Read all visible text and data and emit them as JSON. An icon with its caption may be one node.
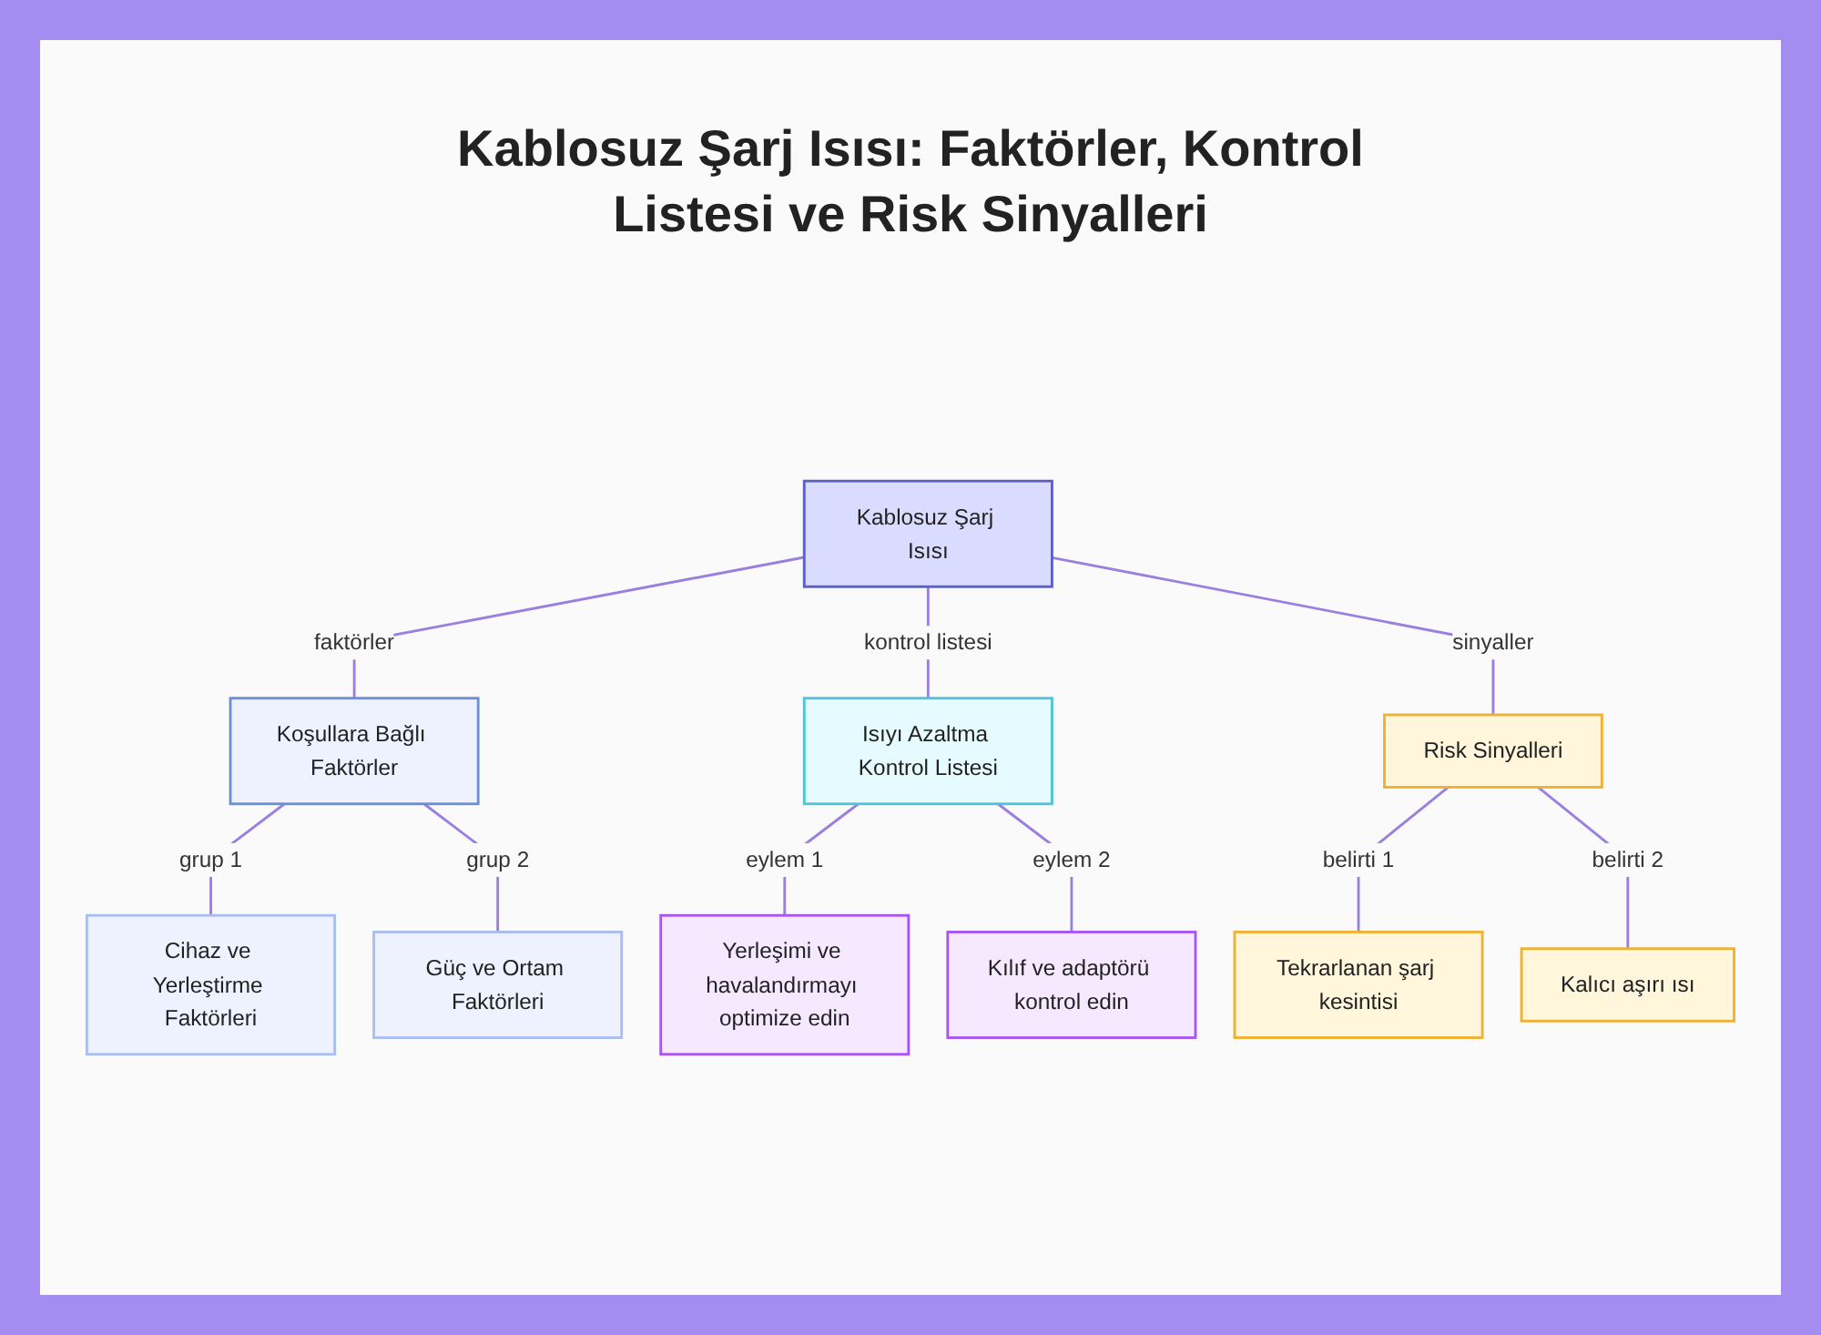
{
  "diagram": {
    "title": "Kablosuz Şarj Isısı: Faktörler, Kontrol Listesi ve Risk Sinyalleri",
    "nodes": [
      {
        "text": [
          "Kablosuz Şarj Isısı"
        ]
      },
      {
        "text": [
          "Koşullara Bağlı Faktörler"
        ]
      },
      {
        "text": [
          "Isıyı Azaltma Kontrol Listesi"
        ]
      },
      {
        "text": [
          "Risk Sinyalleri"
        ]
      },
      {
        "text": [
          "Cihaz ve Yerleştirme Faktörleri"
        ]
      },
      {
        "text": [
          "Güç ve Ortam Faktörleri"
        ]
      },
      {
        "text": [
          "Yerleşimi ve havalandırmayı optimize edin"
        ]
      },
      {
        "text": [
          "Kılıf ve adaptörü kontrol edin"
        ]
      },
      {
        "text": [
          "Tekrarlanan şarj kesintisi"
        ]
      },
      {
        "text": [
          "Kalıcı aşırı ısı"
        ]
      }
    ],
    "edges": [
      {
        "from": 0,
        "to": 1,
        "arrow": "none",
        "label": "faktörler"
      },
      {
        "from": 0,
        "to": 2,
        "arrow": "none",
        "label": "kontrol listesi"
      },
      {
        "from": 0,
        "to": 3,
        "arrow": "none",
        "label": "sinyaller"
      },
      {
        "from": 1,
        "to": 4,
        "arrow": "none",
        "label": "grup 1"
      },
      {
        "from": 1,
        "to": 5,
        "arrow": "none",
        "label": "grup 2"
      },
      {
        "from": 2,
        "to": 6,
        "arrow": "none",
        "label": "eylem 1"
      },
      {
        "from": 2,
        "to": 7,
        "arrow": "none",
        "label": "eylem 2"
      },
      {
        "from": 3,
        "to": 8,
        "arrow": "none",
        "label": "belirti 1"
      },
      {
        "from": 3,
        "to": 9,
        "arrow": "none",
        "label": "belirti 2"
      }
    ]
  }
}
